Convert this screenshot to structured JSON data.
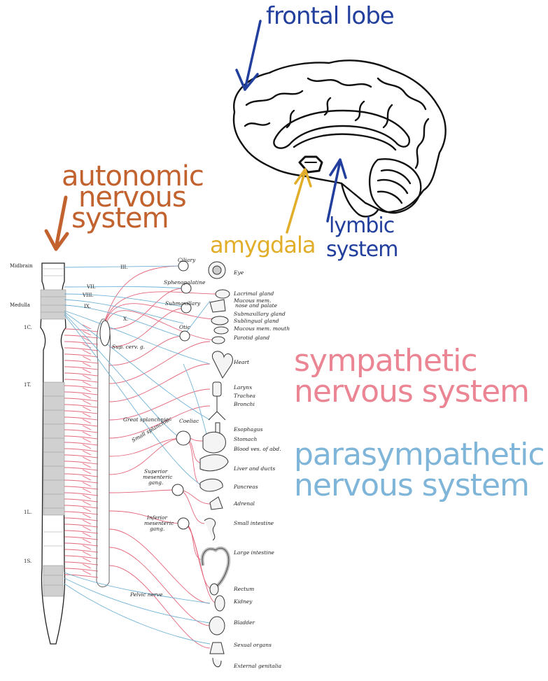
{
  "colors": {
    "blue": "#223f9e",
    "orange": "#c2622f",
    "yellow": "#e2ae2a",
    "pink": "#eb8493",
    "lightblue": "#7fb5d8",
    "red_fiber": "#e0566d",
    "blue_fiber": "#6aaed3",
    "ink": "#111111"
  },
  "annotations": {
    "frontal_lobe": "frontal lobe",
    "autonomic": [
      "autonomic",
      "nervous",
      "system"
    ],
    "amygdala": "amygdala",
    "lymbic": [
      "lymbic",
      "system"
    ],
    "sympathetic": [
      "sympathetic",
      "nervous system"
    ],
    "parasympathetic": [
      "parasympathetic",
      "nervous system"
    ]
  },
  "spine_labels": {
    "midbrain": "Midbrain",
    "medulla": "Medulla",
    "cervical": "1C.",
    "thoracic": "1T.",
    "lumbar": "1L.",
    "sacral": "1S."
  },
  "nerve_labels": {
    "iii": "III.",
    "vii": "VII.",
    "viii": "VIII.",
    "ix": "IX.",
    "x": "X."
  },
  "ganglia": {
    "ciliary": "Ciliary",
    "sphenopalatine": "Sphenopalatine",
    "submaxillary": "Submaxillary",
    "otic": "Otic",
    "sup_cerv": "Sup. cerv. g.",
    "great_splanchnic": "Great splanchnic",
    "coeliac": "Coeliac",
    "small_splanchnic": "Small splanchnic",
    "sup_mesenteric": [
      "Superior",
      "mesenteric",
      "gang."
    ],
    "inf_mesenteric": [
      "Inferior",
      "mesenteric",
      "gang."
    ],
    "pelvic": "Pelvic nerve"
  },
  "organs": [
    "Eye",
    "Lacrimal gland",
    "Mucous mem.",
    "nose and palate",
    "Submaxillary gland",
    "Sublingual gland",
    "Mucous mem. mouth",
    "Parotid gland",
    "Heart",
    "Larynx",
    "Trachea",
    "Bronchi",
    "Esophagus",
    "Stomach",
    "Blood ves. of abd.",
    "Liver and ducts",
    "Pancreas",
    "Adrenal",
    "Small intestine",
    "Large intestine",
    "Rectum",
    "Kidney",
    "Bladder",
    "Sexual organs",
    "External genitalia"
  ]
}
